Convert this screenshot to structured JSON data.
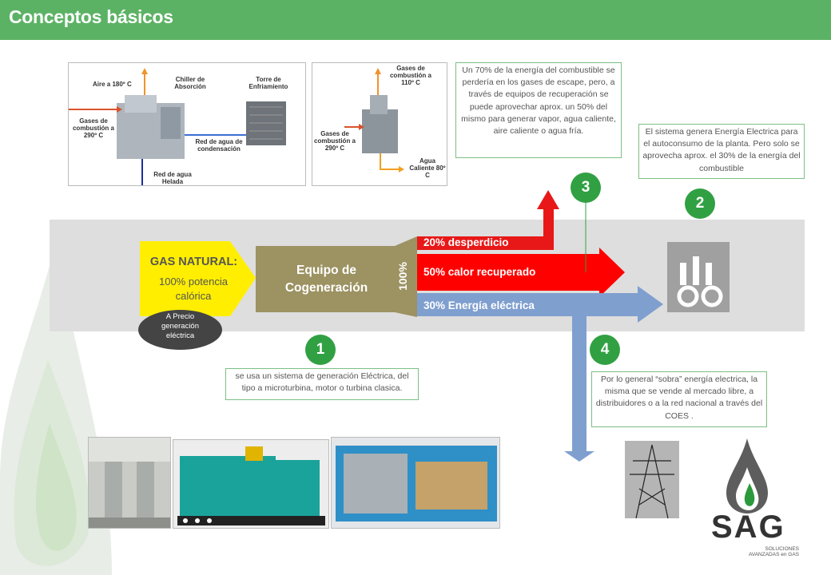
{
  "header": {
    "title": "Conceptos básicos"
  },
  "gas_natural": {
    "title": "GAS NATURAL:",
    "subtitle": "100% potencia calórica",
    "price_badge": "A Precio generación eléctrica"
  },
  "equipment": {
    "title": "Equipo de Cogeneración",
    "total": "100%"
  },
  "outputs": {
    "waste": "20% desperdicio",
    "heat": "50% calor recuperado",
    "electric": "30% Energía eléctrica"
  },
  "steps": [
    "1",
    "2",
    "3",
    "4"
  ],
  "notes": {
    "step1": "se usa un sistema de generación Eléctrica, del tipo a microturbina, motor o turbina clasica.",
    "step2": "El sistema genera Energía Electrica para el autoconsumo de la planta. Pero solo se aprovecha aprox. el 30% de la energía del combustible",
    "step3": "Un 70% de la energía del combustible se perdería en los gases de escape, pero, a través de equipos de recuperación se puede aprovechar aprox. un 50% del mismo para generar vapor, agua caliente, aire caliente o agua fría.",
    "step4": "Por lo general “sobra” energía electrica, la misma que se vende al mercado libre, a distribuidores o a la red nacional a través del COES ."
  },
  "diagram1": {
    "air": "Aire a 180º C",
    "chiller": "Chiller de Absorción",
    "tower": "Torre de Enfriamiento",
    "gases": "Gases de combustión a 290º C",
    "condensation": "Red de agua de condensación",
    "chilled": "Red de agua Helada"
  },
  "diagram2": {
    "gases_out": "Gases de combustión a 110º C",
    "gases_in": "Gases de combustión a 290º C",
    "hot_water": "Agua Caliente 80º C"
  },
  "logo": {
    "letters": "SAG",
    "tagline": "SOLUCIONES AVANZADAS en GAS"
  },
  "colors": {
    "header": "#5cb264",
    "gas": "#ffee00",
    "equipment": "#9c9262",
    "waste": "#e81818",
    "heat": "#ff0000",
    "electric": "#7f9fcf",
    "step": "#31a043"
  }
}
